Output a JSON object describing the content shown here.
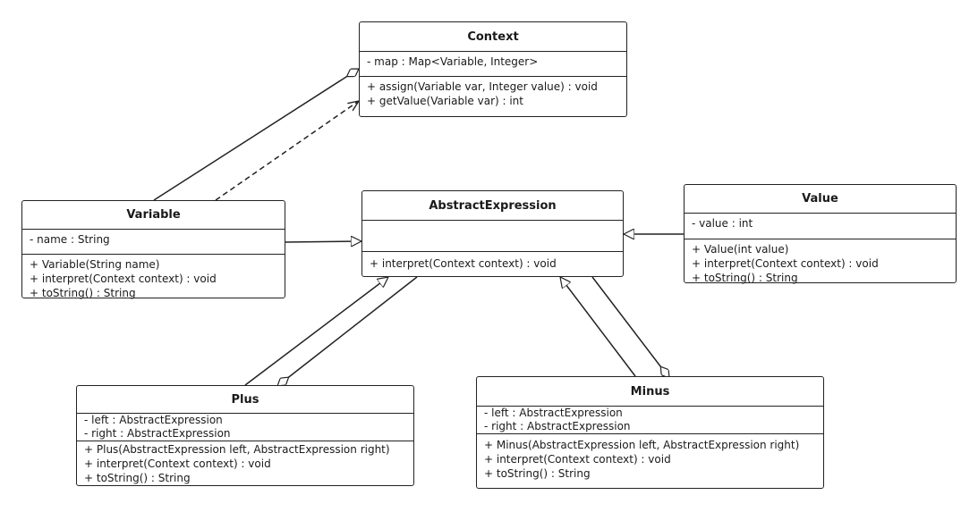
{
  "diagram": {
    "classes": [
      {
        "id": "context",
        "name": "Context",
        "attributes": [
          "- map : Map<Variable, Integer>"
        ],
        "methods": [
          "+ assign(Variable var, Integer value) : void",
          "+ getValue(Variable var) : int"
        ]
      },
      {
        "id": "abstract-expression",
        "name": "AbstractExpression",
        "attributes": [],
        "methods": [
          "+ interpret(Context context) : void"
        ]
      },
      {
        "id": "variable",
        "name": "Variable",
        "attributes": [
          "- name : String"
        ],
        "methods": [
          "+ Variable(String name)",
          "+ interpret(Context context) : void",
          "+ toString() : String"
        ]
      },
      {
        "id": "value",
        "name": "Value",
        "attributes": [
          "- value : int"
        ],
        "methods": [
          "+ Value(int value)",
          "+ interpret(Context context) : void",
          "+ toString() : String"
        ]
      },
      {
        "id": "plus",
        "name": "Plus",
        "attributes": [
          "- left : AbstractExpression",
          "- right : AbstractExpression"
        ],
        "methods": [
          "+ Plus(AbstractExpression left, AbstractExpression right)",
          "+ interpret(Context context) : void",
          "+ toString() : String"
        ]
      },
      {
        "id": "minus",
        "name": "Minus",
        "attributes": [
          "- left : AbstractExpression",
          "- right : AbstractExpression"
        ],
        "methods": [
          "+ Minus(AbstractExpression left, AbstractExpression right)",
          "+ interpret(Context context) : void",
          "+ toString() : String"
        ]
      }
    ],
    "relationships": [
      {
        "from": "variable",
        "to": "context",
        "kind": "aggregation"
      },
      {
        "from": "variable",
        "to": "context",
        "kind": "dependency"
      },
      {
        "from": "variable",
        "to": "abstract-expression",
        "kind": "generalization"
      },
      {
        "from": "value",
        "to": "abstract-expression",
        "kind": "generalization"
      },
      {
        "from": "plus",
        "to": "abstract-expression",
        "kind": "generalization"
      },
      {
        "from": "abstract-expression",
        "to": "plus",
        "kind": "aggregation"
      },
      {
        "from": "minus",
        "to": "abstract-expression",
        "kind": "generalization"
      },
      {
        "from": "abstract-expression",
        "to": "minus",
        "kind": "aggregation"
      }
    ],
    "colors": {
      "stroke": "#222222",
      "fill": "#ffffff",
      "text": "#1a1a1a"
    }
  }
}
